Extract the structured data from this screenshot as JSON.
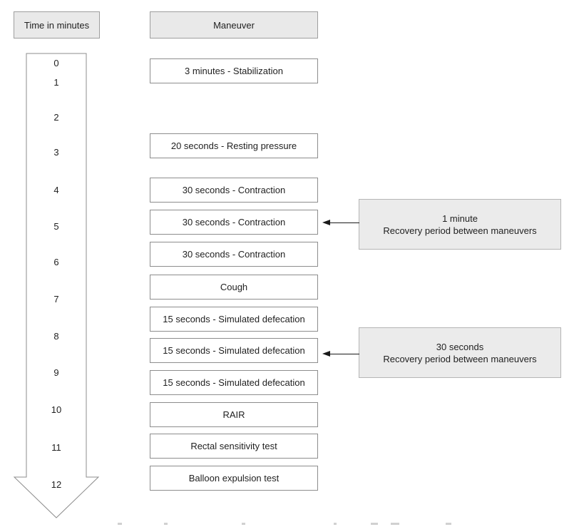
{
  "diagram": {
    "columns": {
      "time": "Time in minutes",
      "maneuver": "Maneuver"
    }
  },
  "timeline_minutes": [
    "0",
    "1",
    "2",
    "3",
    "4",
    "5",
    "6",
    "7",
    "8",
    "9",
    "10",
    "11",
    "12"
  ],
  "maneuvers": [
    "3 minutes - Stabilization",
    "20 seconds - Resting pressure",
    "30 seconds - Contraction",
    "30 seconds - Contraction",
    "30 seconds - Contraction",
    "Cough",
    "15 seconds - Simulated defecation",
    "15 seconds - Simulated defecation",
    "15 seconds - Simulated defecation",
    "RAIR",
    "Rectal sensitivity test",
    "Balloon expulsion test"
  ],
  "callouts": [
    {
      "duration": "1 minute",
      "description": "Recovery period between maneuvers"
    },
    {
      "duration": "30 seconds",
      "description": "Recovery period between maneuvers"
    }
  ],
  "colors": {
    "header_fill": "#e9e9e9",
    "header_border": "#9e9e9e",
    "maneuver_box_border": "#8d8d8d",
    "callout_fill": "#ebebeb",
    "callout_border": "#b5b5b5",
    "timeline_arrow_outline": "#8d8d8d",
    "connector_arrow": "#1a1a1a",
    "text": "#1f1f1f"
  }
}
